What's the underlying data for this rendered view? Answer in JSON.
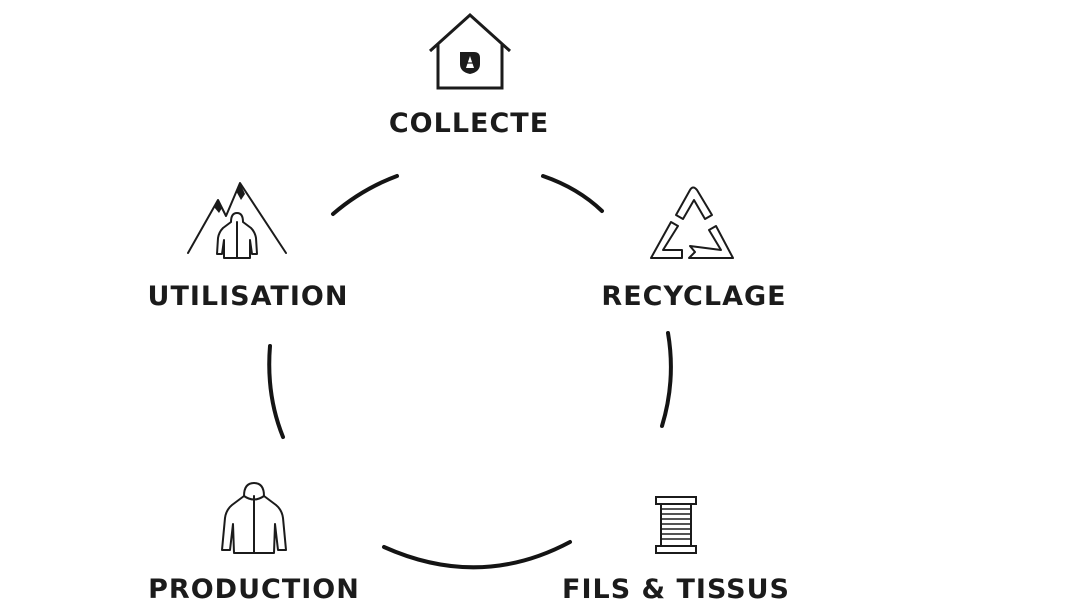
{
  "stages": {
    "collecte": {
      "label": "COLLECTE",
      "icon": "house-drop-icon"
    },
    "recyclage": {
      "label": "RECYCLAGE",
      "icon": "recycle-icon"
    },
    "fils_tissus": {
      "label": "FILS & TISSUS",
      "icon": "thread-spool-icon"
    },
    "production": {
      "label": "PRODUCTION",
      "icon": "jacket-icon"
    },
    "utilisation": {
      "label": "UTILISATION",
      "icon": "mountain-jacket-icon"
    }
  },
  "colors": {
    "ink": "#1b1b1b",
    "background": "#ffffff"
  }
}
